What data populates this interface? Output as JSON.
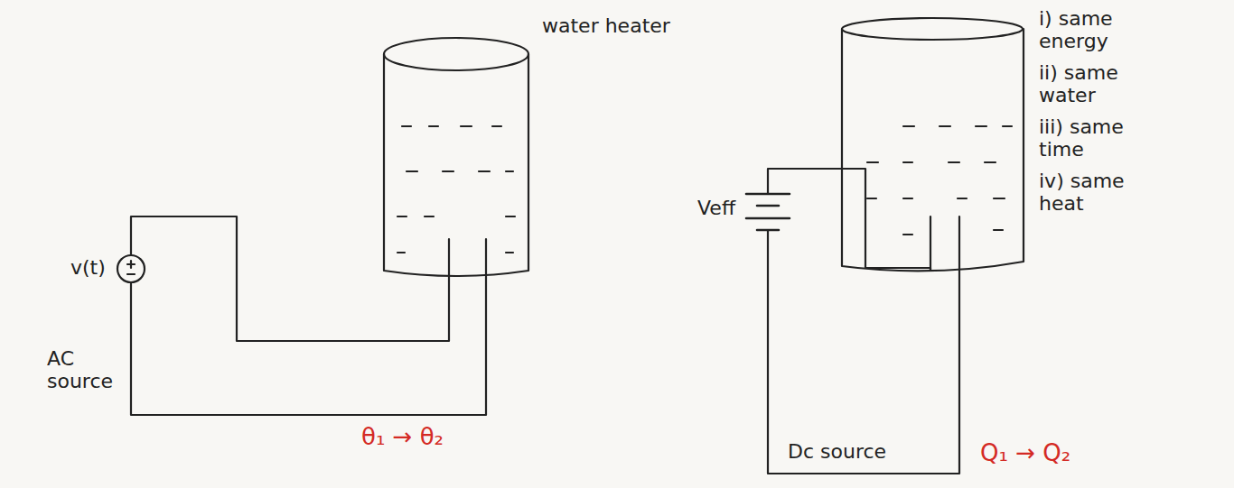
{
  "diagram": {
    "labels": [
      "water heater",
      "v(t)",
      "AC source",
      "θ₁ → θ₂",
      "Veff",
      "Dc source",
      "Q₁ → Q₂",
      "i) same energy",
      "ii) same water",
      "iii) same time",
      "iv) same heat"
    ]
  }
}
